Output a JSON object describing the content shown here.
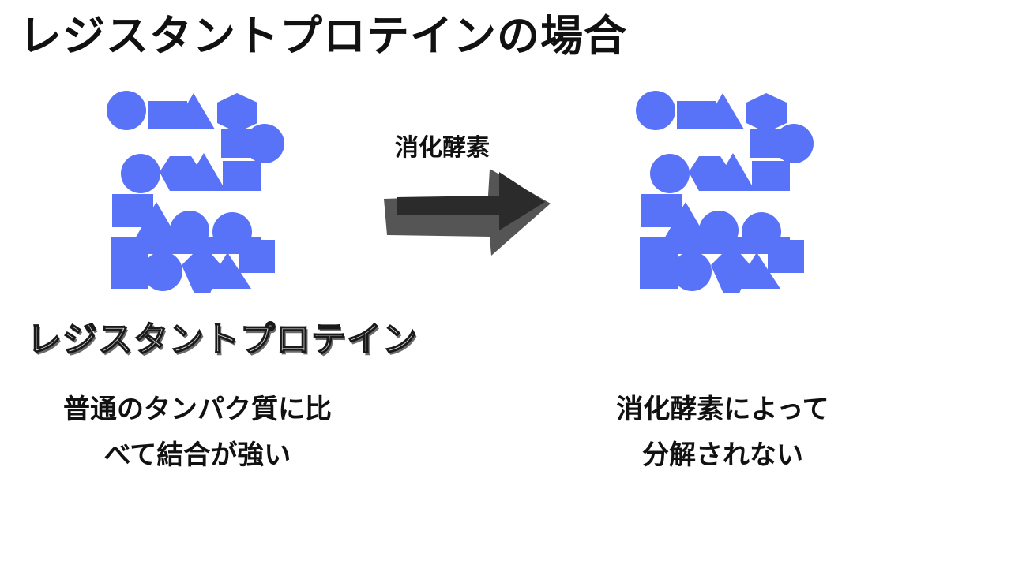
{
  "title": "レジスタントプロテインの場合",
  "enzyme_label": "消化酵素",
  "shape_color": "#5872f8",
  "arrow_color": "#2b2b2b",
  "left_panel": {
    "name": "レジスタントプロテイン",
    "caption_line1": "普通のタンパク質に比",
    "caption_line2": "べて結合が強い"
  },
  "right_panel": {
    "caption_line1": "消化酵素によって",
    "caption_line2": "分解されない"
  }
}
